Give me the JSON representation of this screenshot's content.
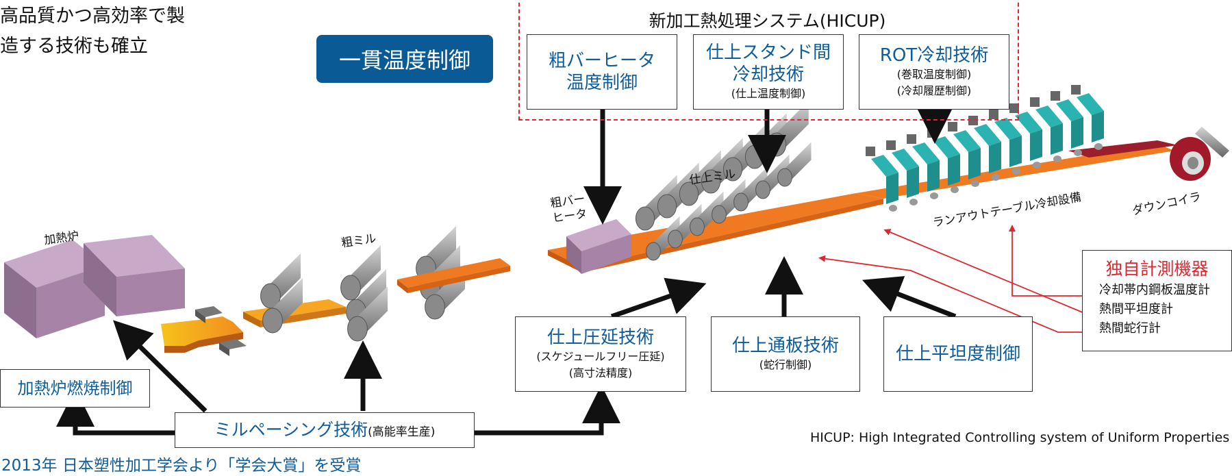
{
  "intro_lines": [
    "高品質かつ高効率で製",
    "造する技術も確立"
  ],
  "badge_label": "一貫温度制御",
  "hicup": {
    "title": "新加工熱処理システム(HICUP)",
    "boxes": [
      {
        "main": [
          "粗バーヒータ",
          "温度制御"
        ],
        "sub": []
      },
      {
        "main": [
          "仕上スタンド間",
          "冷却技術"
        ],
        "sub": [
          "(仕上温度制御)"
        ]
      },
      {
        "main": [
          "ROT冷却技術"
        ],
        "sub": [
          "(巻取温度制御)",
          "(冷却履歴制御)"
        ]
      }
    ]
  },
  "lower_boxes": {
    "furnace_combustion": "加熱炉燃焼制御",
    "mill_pacing_main": "ミルペーシング技術",
    "mill_pacing_sub": "(高能率生産)",
    "finish_rolling_main": "仕上圧延技術",
    "finish_rolling_sub": [
      "(スケジュールフリー圧延)",
      "(高寸法精度)"
    ],
    "threading_main": "仕上通板技術",
    "threading_sub": "(蛇行制御)",
    "flatness_main": "仕上平坦度制御"
  },
  "equipment_labels": {
    "furnace": "加熱炉",
    "rough_mill": "粗ミル",
    "bar_heater": [
      "粗バー",
      "ヒータ"
    ],
    "finish_mill": "仕上ミル",
    "runout_table": "ランアウトテーブル冷却設備",
    "down_coiler": "ダウンコイラ"
  },
  "instruments": {
    "title": "独自計測機器",
    "items": [
      "冷却帯内鋼板温度計",
      "熱間平坦度計",
      "熱間蛇行計"
    ]
  },
  "award_text": "2013年 日本塑性加工学会より「学会大賞」を受賞",
  "hicup_definition": "HICUP: High Integrated Controlling system of Uniform Properties",
  "colors": {
    "badge_bg": "#0a5a96",
    "label_blue": "#0e5c9a",
    "accent_red": "#e0262e",
    "furnace_purple": "#9c7c9c",
    "strip_orange": "#f07a22",
    "roll_grey": "#9c9c9c",
    "cooling_teal": "#2bb3b1",
    "coil_red": "#a21a2a"
  }
}
